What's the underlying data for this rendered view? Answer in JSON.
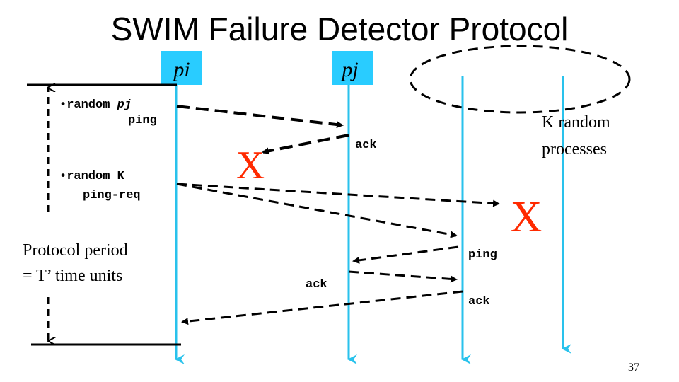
{
  "slide": {
    "title": "SWIM Failure Detector Protocol",
    "page_number": "37"
  },
  "processes": {
    "pi_label": "pi",
    "pj_label": "pj",
    "label_bg": "#29ccff",
    "lifeline_color": "#29c2ec"
  },
  "bullets": {
    "item1_prefix": "random ",
    "item1_emph": "pj",
    "item1_line2": "ping",
    "item2_line1": "random K",
    "item2_line2": "ping-req"
  },
  "messages": {
    "ack_pj": "ack",
    "ping_k": "ping",
    "ack_pj2": "ack",
    "ack_k": "ack"
  },
  "failures": {
    "mark": "X",
    "color": "#ff2a00"
  },
  "k_group": {
    "line1": "K random",
    "line2": "processes"
  },
  "protocol_period": {
    "line1": "Protocol period",
    "line2": "= T’ time units"
  }
}
